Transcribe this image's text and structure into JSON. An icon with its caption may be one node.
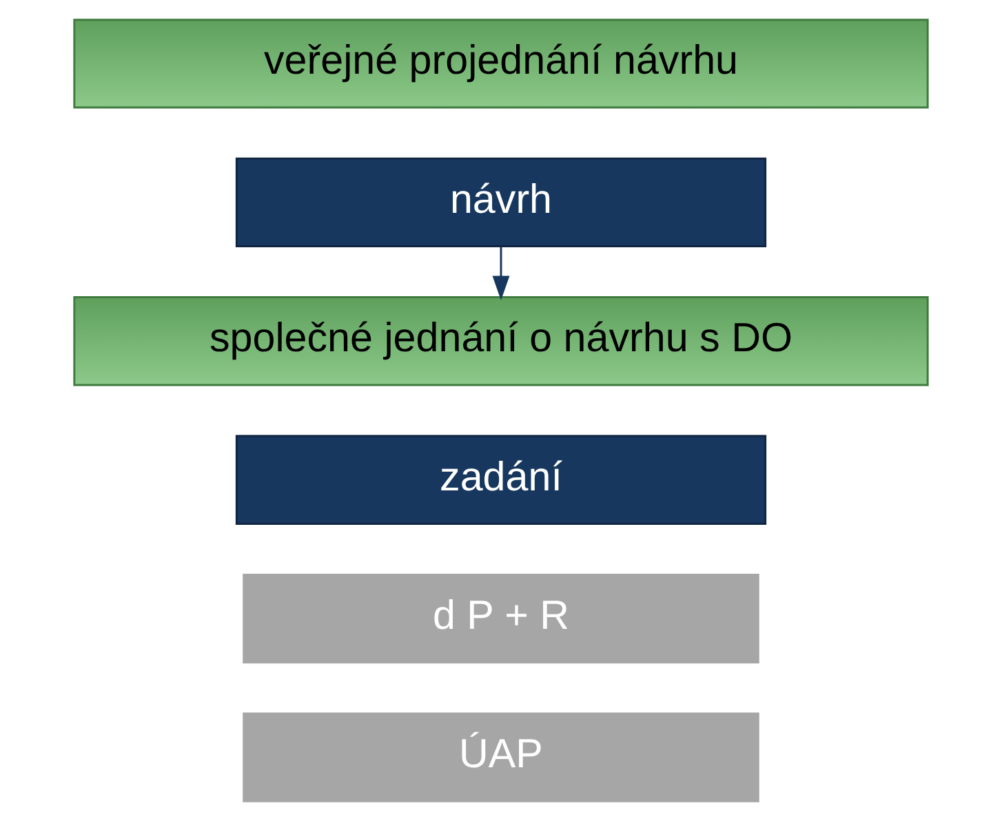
{
  "diagram": {
    "nodes": [
      {
        "text": [
          "ÚAP"
        ]
      },
      {
        "text": [
          "d P + R"
        ]
      },
      {
        "text": [
          "zadání"
        ]
      },
      {
        "text": [
          "návrh"
        ]
      },
      {
        "text": [
          "společné jednání o návrhu s DO"
        ]
      },
      {
        "text": [
          "veřejné projednání návrhu"
        ]
      }
    ],
    "edges": [
      {
        "from": 3,
        "to": 4,
        "arrow": "to"
      }
    ]
  }
}
